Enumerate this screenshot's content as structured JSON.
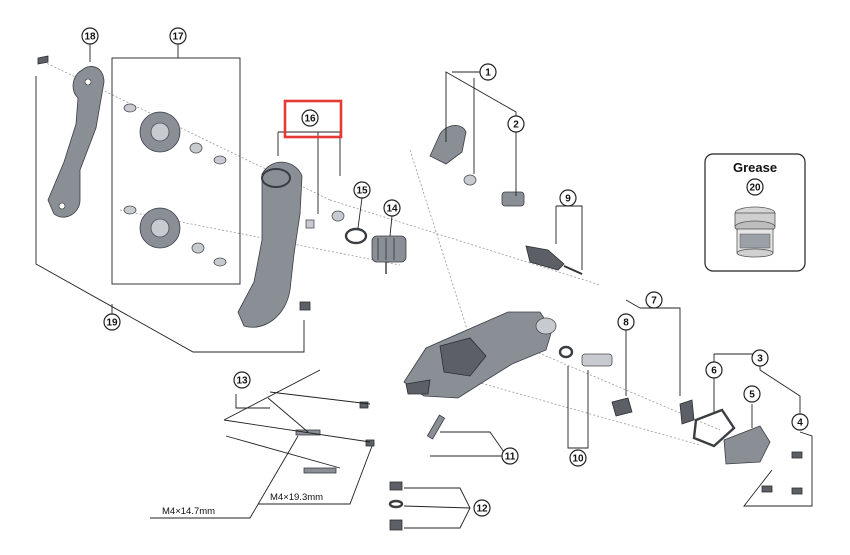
{
  "callouts": {
    "c1": "1",
    "c2": "2",
    "c3": "3",
    "c4": "4",
    "c5": "5",
    "c6": "6",
    "c7": "7",
    "c8": "8",
    "c9": "9",
    "c10": "10",
    "c11": "11",
    "c12": "12",
    "c13": "13",
    "c14": "14",
    "c15": "15",
    "c16": "16",
    "c17": "17",
    "c18": "18",
    "c19": "19",
    "c20": "20"
  },
  "dimensions": {
    "bolt_short": "M4×14.7mm",
    "bolt_long": "M4×19.3mm"
  },
  "grease_box": {
    "title": "Grease"
  },
  "highlight": {
    "target": "16",
    "color": "#e53935"
  }
}
